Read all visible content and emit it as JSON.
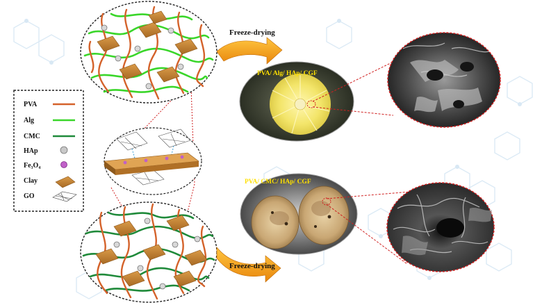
{
  "legend": {
    "items": [
      {
        "label": "PVA",
        "symbol": "line",
        "color": "#d4622a"
      },
      {
        "label": "Alg",
        "symbol": "line",
        "color": "#3ad62a"
      },
      {
        "label": "CMC",
        "symbol": "line",
        "color": "#1f8a3a"
      },
      {
        "label": "HAp",
        "symbol": "circle",
        "color": "#c8c8c8"
      },
      {
        "label": "Fe₃O₄",
        "symbol": "dot",
        "color": "#c060c8"
      },
      {
        "label": "Clay",
        "symbol": "plate",
        "color": "#c88a38"
      },
      {
        "label": "GO",
        "symbol": "sheet",
        "color": "#444444"
      }
    ]
  },
  "process": {
    "top_arrow_label": "Freeze-drying",
    "bottom_arrow_label": "Freeze-drying",
    "arrow_color": "#f2a11c"
  },
  "samples": {
    "top_label": "PVA/ Alg/ HAp/ CGF",
    "bottom_label": "PVA/ CMC/ HAp/ CGF"
  },
  "colors": {
    "label_yellow": "#ffe000",
    "connector_red": "#d02020",
    "background_motif": "#d8e8f4"
  }
}
